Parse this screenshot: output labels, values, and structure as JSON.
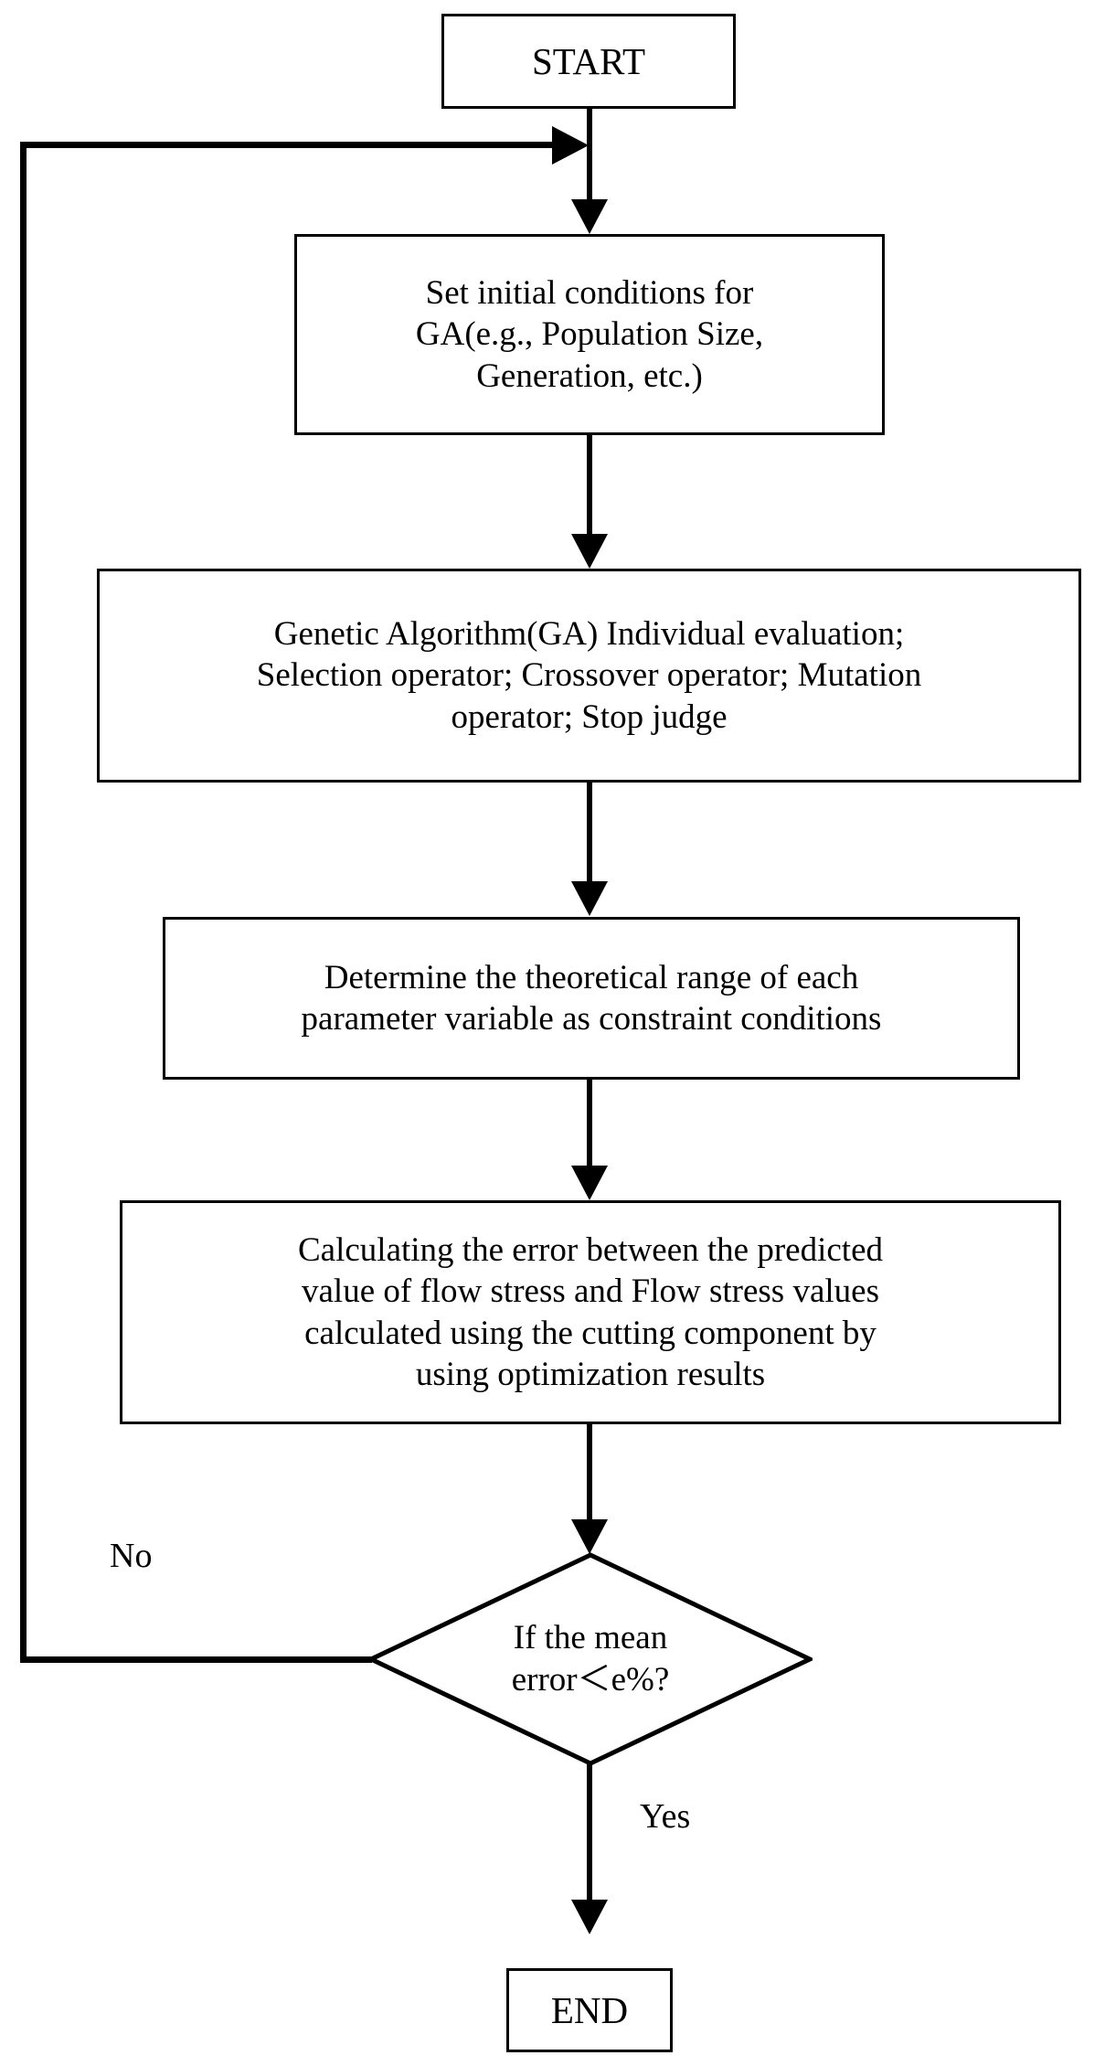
{
  "diagram": {
    "title": "Genetic Algorithm parameter identification flowchart",
    "type": "flowchart",
    "orientation": "top-to-bottom",
    "stroke_color": "#000000",
    "fill_color": "#ffffff",
    "nodes": [
      {
        "id": "start",
        "shape": "rectangle",
        "label": "START"
      },
      {
        "id": "setup",
        "shape": "rectangle",
        "label": "Set initial conditions for\nGA(e.g., Population Size,\nGeneration, etc.)"
      },
      {
        "id": "ga",
        "shape": "rectangle",
        "label": "Genetic Algorithm(GA) Individual evaluation;\nSelection operator; Crossover operator; Mutation\noperator; Stop judge"
      },
      {
        "id": "range",
        "shape": "rectangle",
        "label": "Determine the theoretical range of each\nparameter variable as constraint conditions"
      },
      {
        "id": "calc",
        "shape": "rectangle",
        "label": "Calculating the error between the predicted\nvalue of flow stress and Flow stress values\ncalculated using the cutting component by\nusing optimization results"
      },
      {
        "id": "decision",
        "shape": "diamond",
        "label": "If the mean\nerror＜e%?"
      },
      {
        "id": "end",
        "shape": "rectangle",
        "label": "END"
      }
    ],
    "edge_labels": {
      "no": "No",
      "yes": "Yes"
    }
  }
}
